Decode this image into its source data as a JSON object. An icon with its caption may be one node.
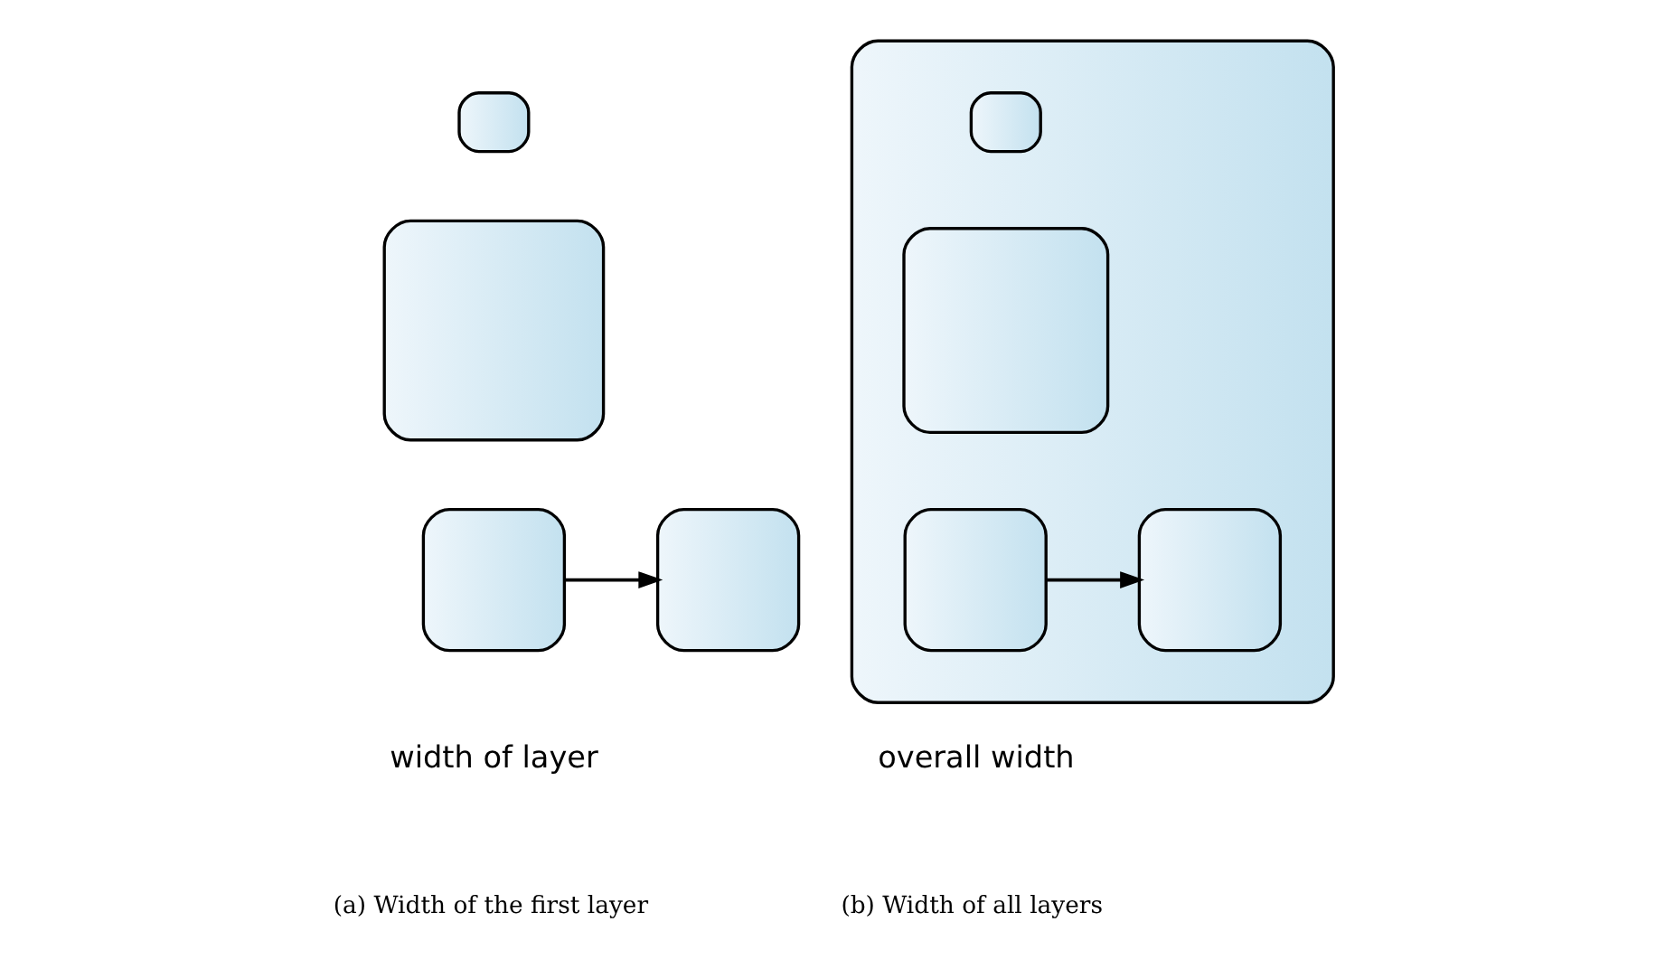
{
  "diagram": {
    "nodes": [
      {
        "text": [],
        "shape": "box"
      },
      {
        "text": [],
        "shape": "box"
      },
      {
        "text": [],
        "shape": "box"
      },
      {
        "text": [],
        "shape": "box"
      },
      {
        "text": [],
        "shape": "box"
      },
      {
        "text": [],
        "shape": "box",
        "in": 4
      },
      {
        "text": [],
        "shape": "box",
        "in": 4
      },
      {
        "text": [],
        "shape": "box",
        "in": 4
      },
      {
        "text": [],
        "shape": "box",
        "in": 4
      }
    ],
    "edges": [
      {
        "from": 2,
        "to": 3,
        "arrow": "to"
      },
      {
        "from": 7,
        "to": 8,
        "arrow": "to"
      }
    ],
    "labels": [
      "width of layer",
      "overall width",
      "(a) Width of the first layer",
      "(b) Width of all layers"
    ]
  }
}
